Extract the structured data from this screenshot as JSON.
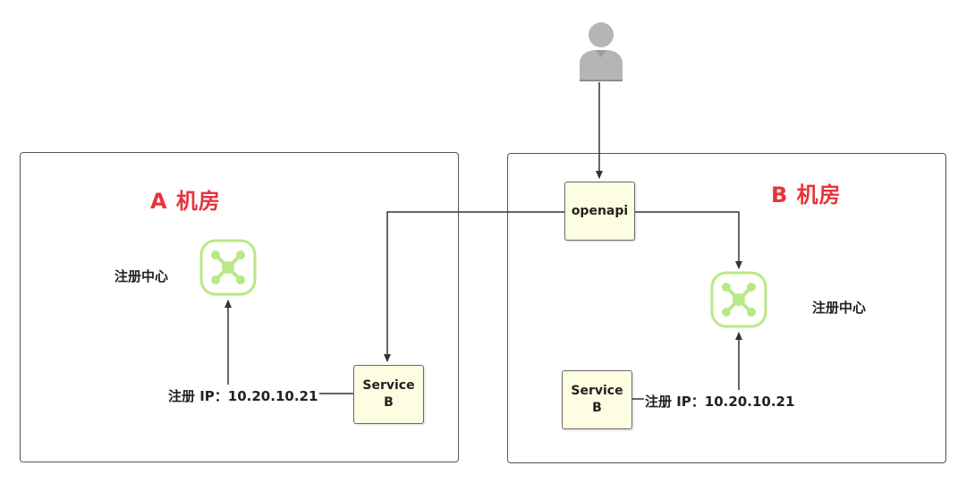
{
  "user": {
    "icon": "user-icon"
  },
  "rooms": {
    "a": {
      "title": "A 机房"
    },
    "b": {
      "title": "B 机房"
    }
  },
  "nodes": {
    "openapi": "openapi",
    "service_b_a": {
      "line1": "Service",
      "line2": "B"
    },
    "service_b_b": {
      "line1": "Service",
      "line2": "B"
    }
  },
  "registries": {
    "a": {
      "label": "注册中心",
      "icon": "registry-icon"
    },
    "b": {
      "label": "注册中心",
      "icon": "registry-icon"
    }
  },
  "register_labels": {
    "a": "注册 IP：10.20.10.21",
    "b": "注册 IP：10.20.10.21"
  },
  "colors": {
    "title_red": "#e8333b",
    "node_fill": "#fdfde2",
    "registry_green": "#b8e986",
    "line": "#333333"
  }
}
